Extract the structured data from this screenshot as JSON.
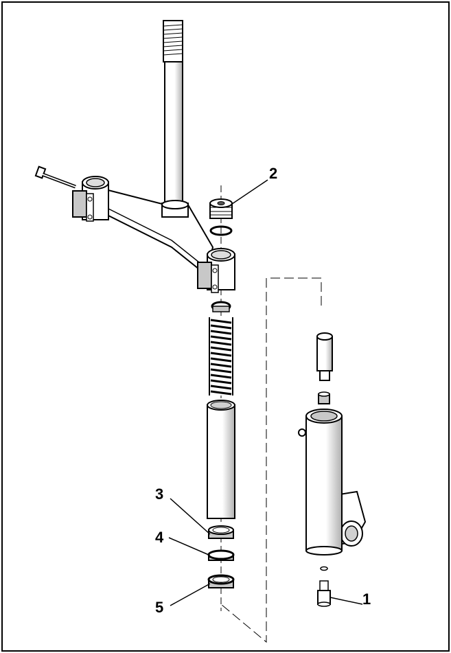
{
  "callouts": {
    "c1": "1",
    "c2": "2",
    "c3": "3",
    "c4": "4",
    "c5": "5"
  },
  "colors": {
    "line": "#000000",
    "fill": "#ffffff",
    "shade": "#c8c8c8",
    "dark": "#8a8a8a"
  }
}
